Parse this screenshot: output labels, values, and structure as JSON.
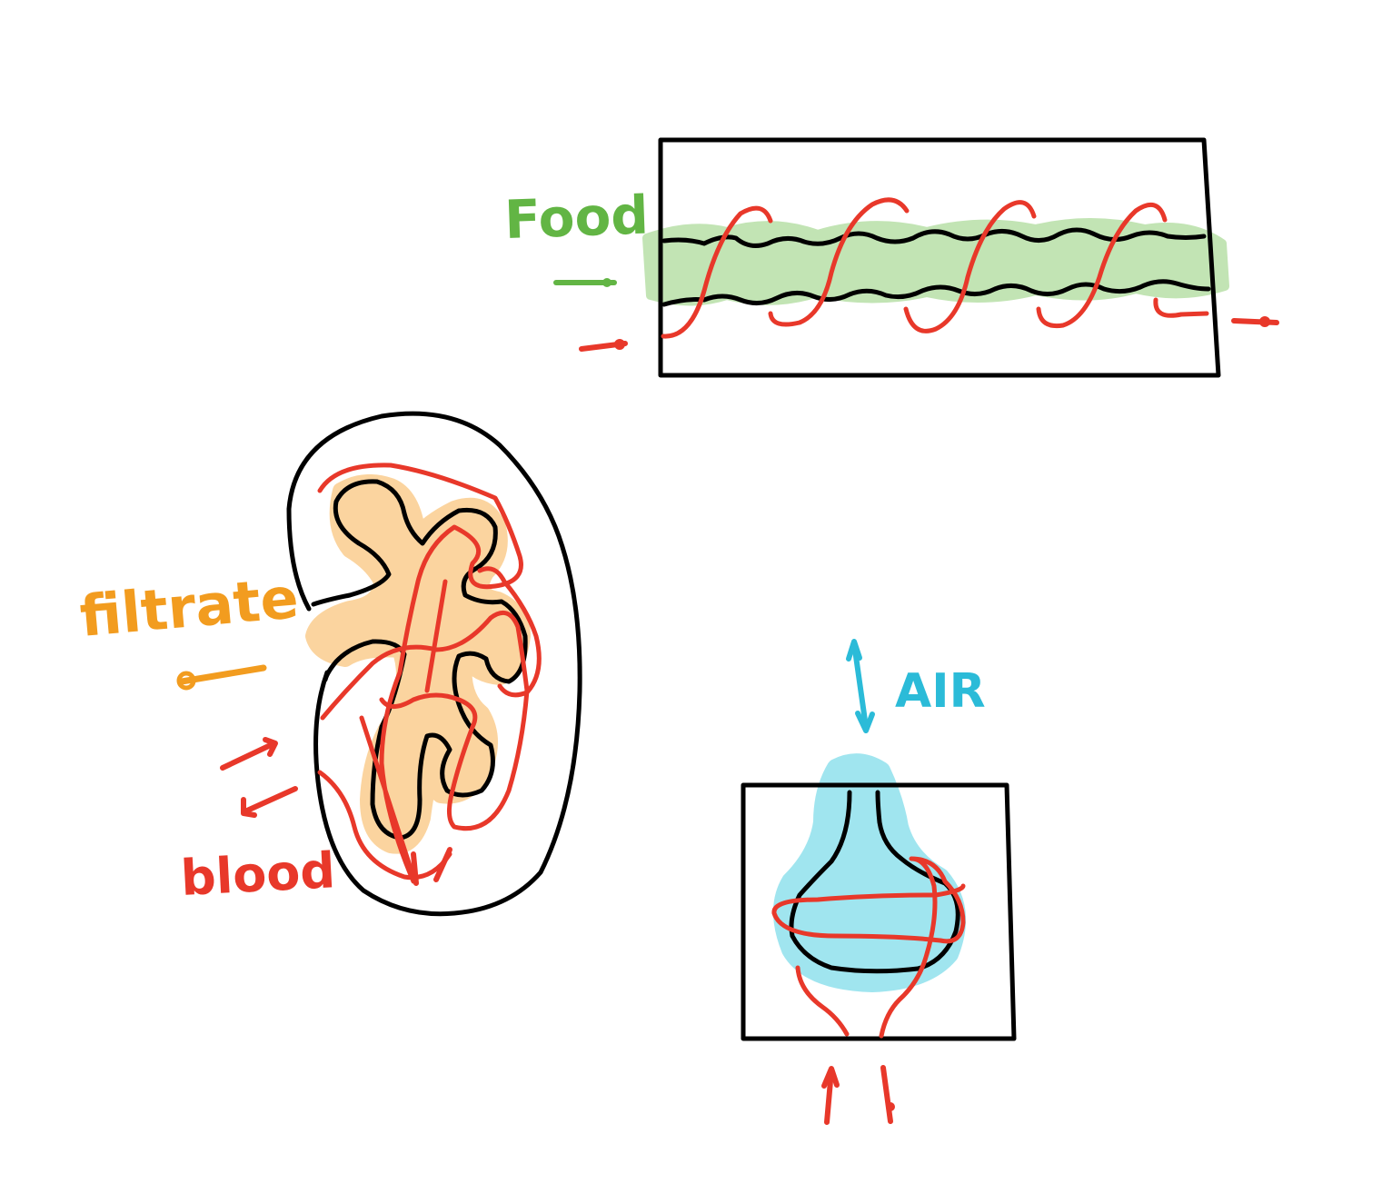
{
  "labels": {
    "food": "Food",
    "filtrate": "filtrate",
    "blood": "blood",
    "air": "AIR"
  },
  "colors": {
    "ink": "#000000",
    "blood": "#e8382a",
    "food": "#62b544",
    "food_fill": "#bfe3b0",
    "filtrate": "#f29c1f",
    "filtrate_fill": "#fbd29a",
    "air": "#2bbbd8",
    "air_fill": "#9be4ef"
  },
  "icons": {
    "gut": "intestine-diagram",
    "kidney": "kidney-nephron-diagram",
    "lung": "alveolus-diagram",
    "arrows": "flow-arrow-icon"
  }
}
